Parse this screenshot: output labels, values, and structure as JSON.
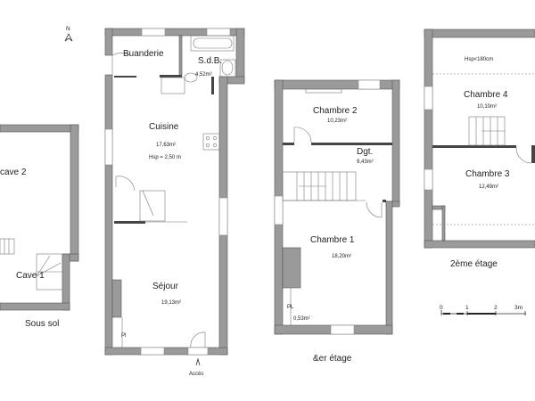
{
  "compass": {
    "label": "N"
  },
  "ground_floor": {
    "rooms": [
      {
        "name": "Buanderie",
        "area": ""
      },
      {
        "name": "S.d.B.",
        "area": "4,52m²"
      },
      {
        "name": "Cuisine",
        "area": "17,63m²",
        "note": "Hsp = 2,50 m"
      },
      {
        "name": "Séjour",
        "area": "19,13m²"
      }
    ],
    "pl": "Pl",
    "access": "Accès"
  },
  "basement": {
    "title": "Sous sol",
    "rooms": [
      {
        "name": "cave 2"
      },
      {
        "name": "Cave 1"
      }
    ]
  },
  "first_floor": {
    "title": "&er étage",
    "rooms": [
      {
        "name": "Chambre 2",
        "area": "10,23m²"
      },
      {
        "name": "Dgt.",
        "area": "9,43m²"
      },
      {
        "name": "Chambre 1",
        "area": "18,20m²"
      }
    ],
    "pl": "PL",
    "pl_area": "0,53m²"
  },
  "second_floor": {
    "title": "2ème étage",
    "hsp": "Hsp<180cm",
    "rooms": [
      {
        "name": "Chambre 4",
        "area": "10,10m²"
      },
      {
        "name": "Chambre 3",
        "area": "12,49m²"
      }
    ]
  },
  "scale_bar": {
    "ticks": [
      "0",
      "1",
      "2",
      "3m"
    ]
  }
}
